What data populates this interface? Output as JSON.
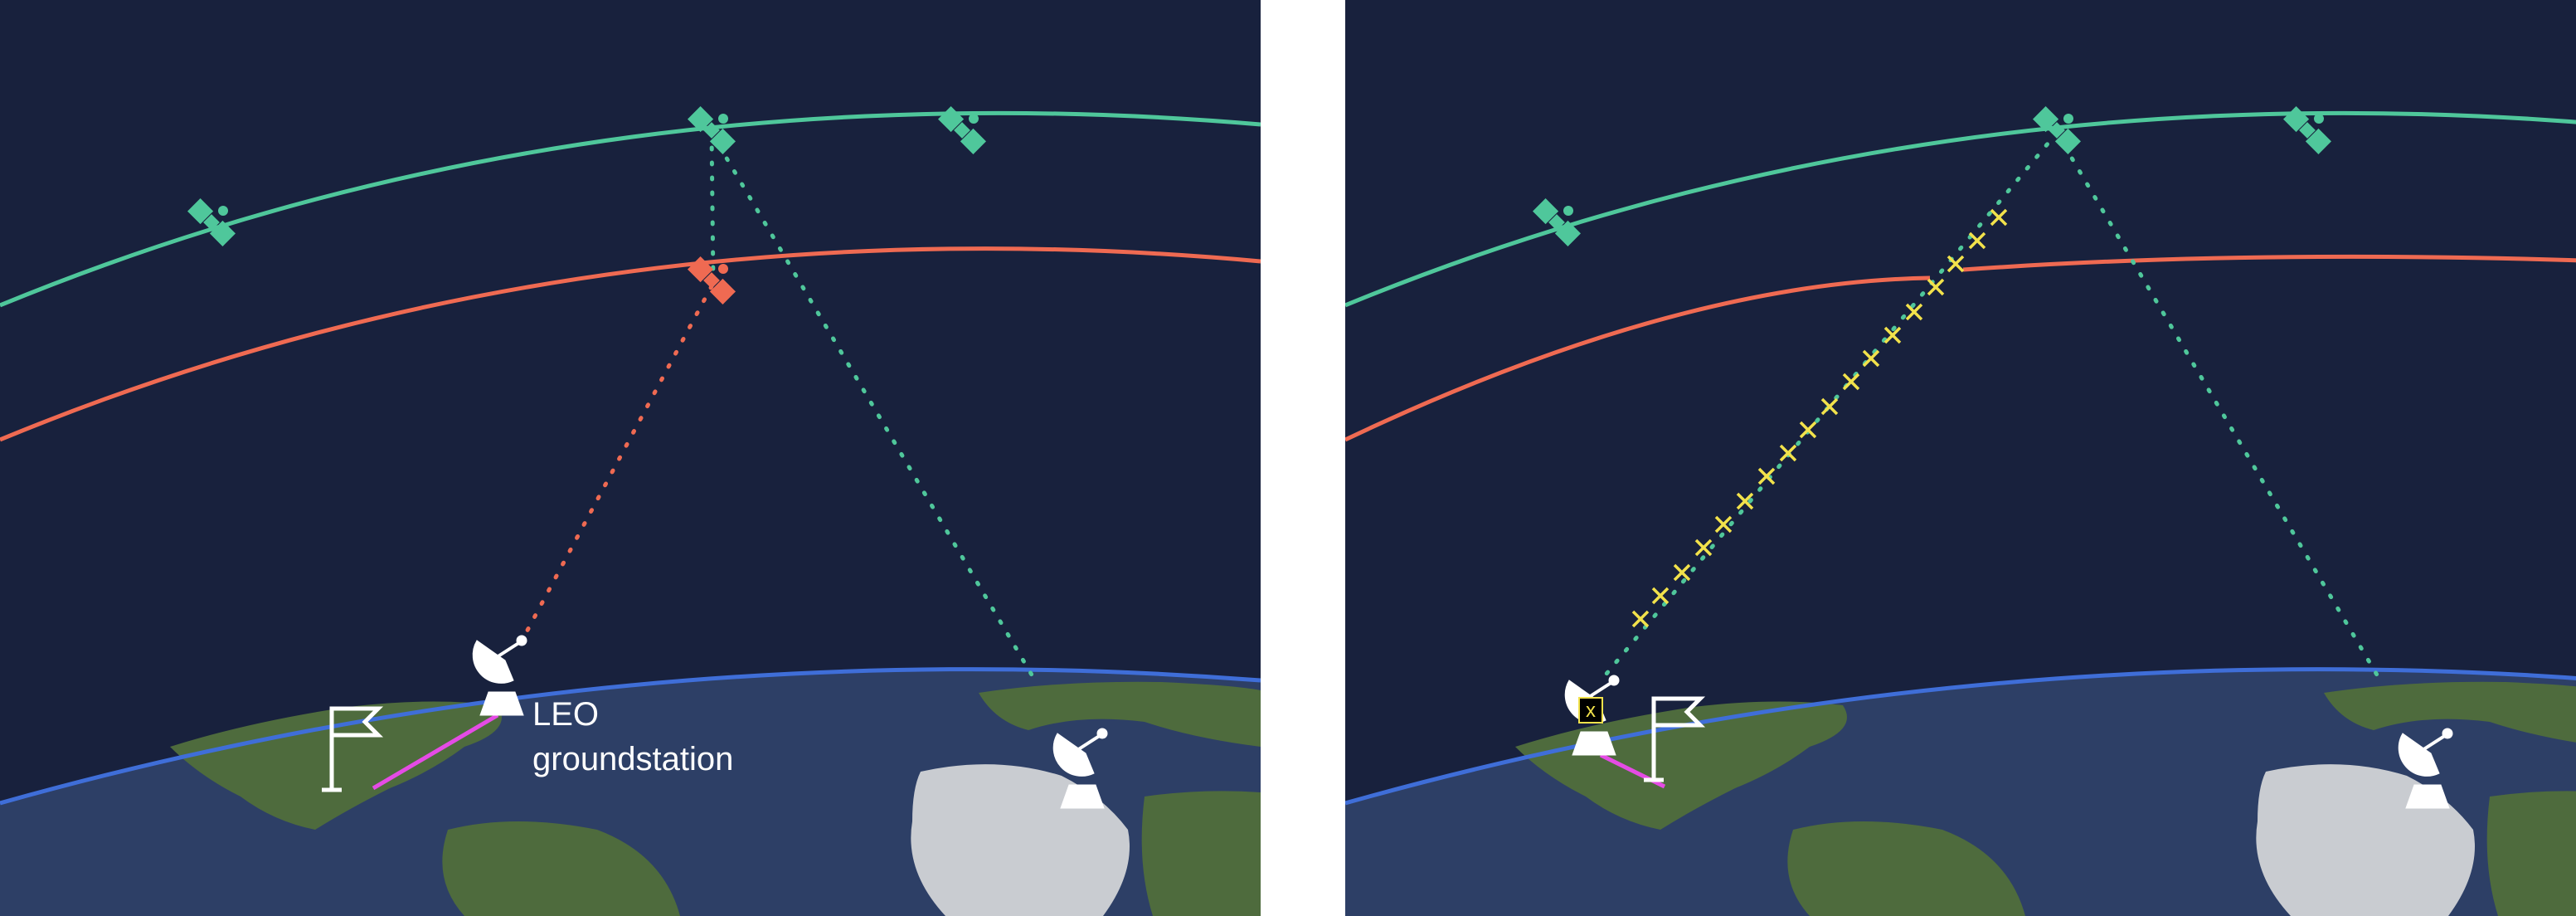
{
  "colors": {
    "space": "#18213d",
    "ocean": "#2d3f66",
    "land": "#4e6b3d",
    "ice": "#c9ccd1",
    "horizon": "#3f6ed8",
    "upper_orbit": "#4fc79b",
    "lower_orbit": "#ef6a52",
    "ground_link": "#e54be5",
    "jamming": "#f2e24b",
    "white": "#ffffff"
  },
  "icons": {
    "satellite": "satellite-icon",
    "ground_station": "satellite-dish-icon",
    "target": "flag-icon",
    "jamming_marker": "x-mark-icon"
  },
  "left_panel": {
    "label_line1": "LEO",
    "label_line2": "groundstation"
  },
  "right_panel": {
    "station_badge": "x"
  }
}
